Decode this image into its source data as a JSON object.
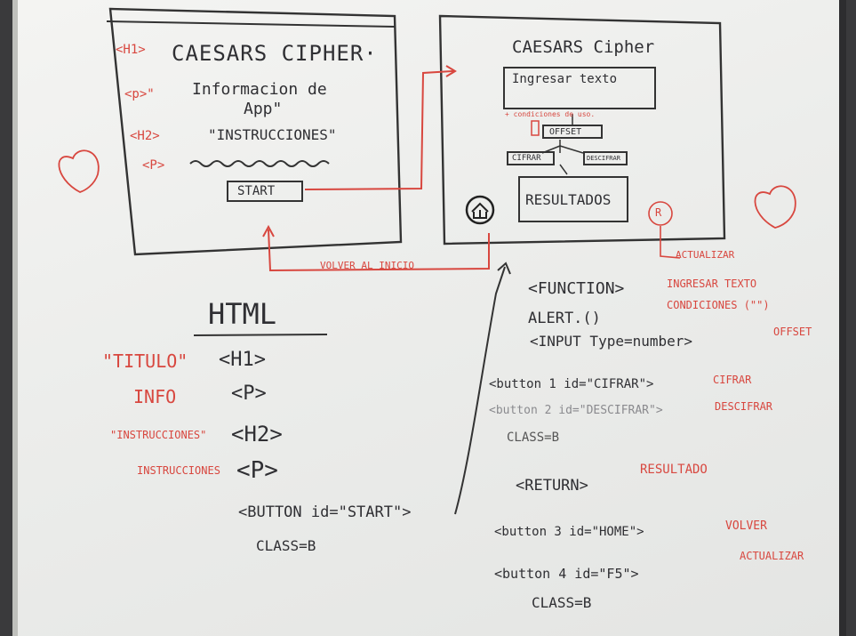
{
  "left_sketch": {
    "h1_tag": "<H1>",
    "title": "CAESARS CIPHER·",
    "p_tag": "<p>\"",
    "info_line1": "Informacion de",
    "info_line2": "App\"",
    "h2_tag": "<H2>",
    "instructions": "\"INSTRUCCIONES\"",
    "p_tag2": "<P>",
    "start_button": "START"
  },
  "right_sketch": {
    "title": "CAESARS Cipher",
    "input_text": "Ingresar texto",
    "conditions": "+ condiciones de uso.",
    "offset": "OFFSET",
    "cifrar": "CIFRAR",
    "descifrar": "DESCIFRAR",
    "results": "RESULTADOS",
    "refresh_letter": "R",
    "refresh_note": "ACTUALIZAR"
  },
  "arrow_note": "VOLVER AL INICIO",
  "hearts": [
    "heart-left",
    "heart-right"
  ],
  "html_list": {
    "heading": "HTML",
    "rows": [
      {
        "label": "\"TITULO\"",
        "tag": "<H1>"
      },
      {
        "label": "INFO",
        "tag": "<P>"
      },
      {
        "label": "\"INSTRUCCIONES\"",
        "tag": "<H2>"
      },
      {
        "label": "INSTRUCCIONES",
        "tag": "<P>"
      }
    ],
    "button_line": "<BUTTON id=\"START\">",
    "button_class": "CLASS=B"
  },
  "js_list": {
    "function_line": "<FUNCTION>",
    "function_note1": "INGRESAR TEXTO",
    "function_note2": "CONDICIONES (\"\")",
    "alert_line": "ALERT.()",
    "input_line": "<INPUT Type=number>",
    "input_note": "OFFSET",
    "btn1_line": "<button 1 id=\"CIFRAR\">",
    "btn1_note": "CIFRAR",
    "btn2_line": "<button 2 id=\"DESCIFRAR\">",
    "btn2_note": "DESCIFRAR",
    "class_b1": "CLASS=B",
    "return_line": "<RETURN>",
    "return_note": "RESULTADO",
    "btn3_line": "<button 3 id=\"HOME\">",
    "btn3_note": "VOLVER",
    "btn4_line": "<button 4 id=\"F5\">",
    "btn4_note": "ACTUALIZAR",
    "class_b2": "CLASS=B"
  },
  "colors": {
    "marker_black": "#2f2f33",
    "marker_red": "#d8473f",
    "board": "#f0f0ee"
  }
}
